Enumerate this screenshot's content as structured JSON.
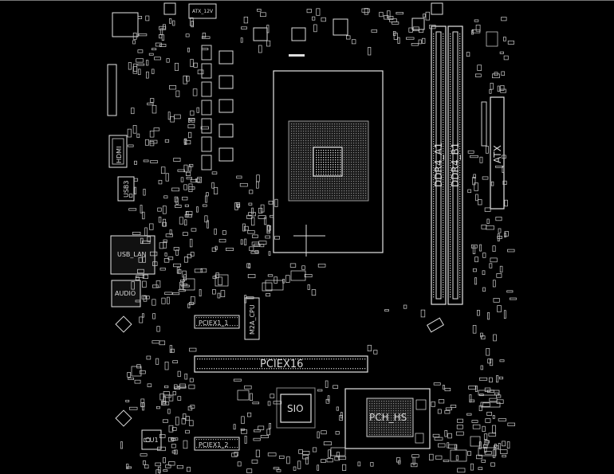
{
  "view": {
    "background": "#000000",
    "silkscreen_color": "#e6e6e6"
  },
  "labels": {
    "ddr4_a1": "DDR4_A1",
    "ddr4_b1": "DDR4_B1",
    "atx": "ATX",
    "pciex16": "PCIEX16",
    "pciex1_1": "PCIEX1_1",
    "pciex1_2": "PCIEX1_2",
    "m2a_cpu": "M2A_CPU",
    "sio": "SIO",
    "pch_hs": "PCH_HS",
    "usb_lan": "USB_LAN",
    "audio": "AUDIO",
    "hdmi": "HDMI",
    "usb3": "USB3",
    "cu1": "CU1",
    "atx_12v": "ATX_12V"
  }
}
